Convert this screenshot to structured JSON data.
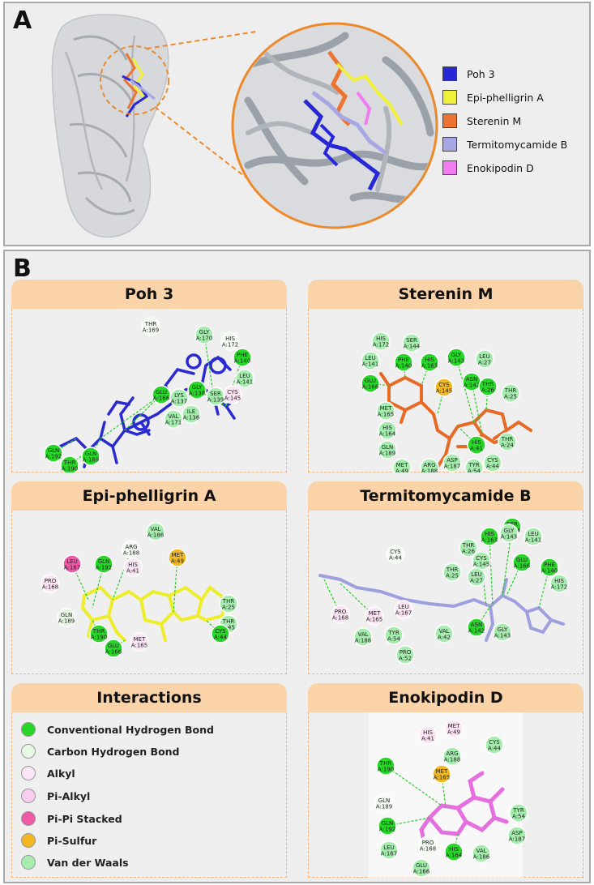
{
  "panel_a": {
    "label": "A",
    "legend": [
      {
        "name": "Poh 3",
        "color": "#2727d6"
      },
      {
        "name": "Epi-phelligrin A",
        "color": "#f0ef3a"
      },
      {
        "name": "Sterenin M",
        "color": "#ec7430"
      },
      {
        "name": "Termitomycamide B",
        "color": "#a7a7e3"
      },
      {
        "name": "Enokipodin D",
        "color": "#f07cf0"
      }
    ]
  },
  "panel_b": {
    "label": "B",
    "cards": {
      "poh3": {
        "title": "Poh 3",
        "ligand_color": "#2a2ad0",
        "residues": [
          {
            "t": "THR\nA:169",
            "type": "vdw_white"
          },
          {
            "t": "GLY\nA:170",
            "type": "vdw"
          },
          {
            "t": "HIS\nA:172",
            "type": "vdw_white"
          },
          {
            "t": "PHE\nA:140",
            "type": "hbond"
          },
          {
            "t": "LEU\nA:141",
            "type": "vdw"
          },
          {
            "t": "GLU\nA:166",
            "type": "hbond"
          },
          {
            "t": "LYS\nA:137",
            "type": "vdw"
          },
          {
            "t": "GLY\nA:138",
            "type": "hbond"
          },
          {
            "t": "SER\nA:139",
            "type": "vdw"
          },
          {
            "t": "CYS\nA:145",
            "type": "alkyl"
          },
          {
            "t": "ILE\nA:136",
            "type": "vdw"
          },
          {
            "t": "VAL\nA:171",
            "type": "vdw"
          },
          {
            "t": "GLN\nA:192",
            "type": "hbond"
          },
          {
            "t": "THR\nA:190",
            "type": "hbond"
          },
          {
            "t": "GLN\nA:189",
            "type": "hbond"
          }
        ]
      },
      "sterenin": {
        "title": "Sterenin M",
        "ligand_color": "#e66a25",
        "residues": [
          {
            "t": "HIS\nA:172",
            "type": "vdw"
          },
          {
            "t": "SER\nA:144",
            "type": "vdw"
          },
          {
            "t": "LEU\nA:141",
            "type": "vdw"
          },
          {
            "t": "PHE\nA:140",
            "type": "hbond"
          },
          {
            "t": "HIS\nA:163",
            "type": "hbond"
          },
          {
            "t": "GLY\nA:143",
            "type": "hbond"
          },
          {
            "t": "LEU\nA:27",
            "type": "vdw"
          },
          {
            "t": "GLU\nA:166",
            "type": "hbond"
          },
          {
            "t": "CYS\nA:145",
            "type": "pisulfur"
          },
          {
            "t": "ASN\nA:142",
            "type": "hbond"
          },
          {
            "t": "THR\nA:26",
            "type": "hbond"
          },
          {
            "t": "THR\nA:25",
            "type": "vdw"
          },
          {
            "t": "MET\nA:165",
            "type": "vdw"
          },
          {
            "t": "HIS\nA:164",
            "type": "vdw"
          },
          {
            "t": "GLN\nA:189",
            "type": "vdw"
          },
          {
            "t": "HIS\nA:41",
            "type": "hbond"
          },
          {
            "t": "THR\nA:24",
            "type": "vdw"
          },
          {
            "t": "MET\nA:49",
            "type": "vdw"
          },
          {
            "t": "ARG\nA:188",
            "type": "vdw"
          },
          {
            "t": "ASP\nA:187",
            "type": "vdw"
          },
          {
            "t": "TYR\nA:54",
            "type": "vdw"
          },
          {
            "t": "CYS\nA:44",
            "type": "vdw"
          }
        ]
      },
      "epi": {
        "title": "Epi-phelligrin A",
        "ligand_color": "#eded2a",
        "residues": [
          {
            "t": "VAL\nA:186",
            "type": "vdw"
          },
          {
            "t": "ARG\nA:188",
            "type": "vdw_white"
          },
          {
            "t": "MET\nA:49",
            "type": "pisulfur"
          },
          {
            "t": "LEU\nA:167",
            "type": "pipi"
          },
          {
            "t": "GLN\nA:192",
            "type": "hbond"
          },
          {
            "t": "HIS\nA:41",
            "type": "alkyl"
          },
          {
            "t": "PRO\nA:168",
            "type": "alkyl"
          },
          {
            "t": "THR\nA:25",
            "type": "vdw"
          },
          {
            "t": "GLN\nA:189",
            "type": "chbond"
          },
          {
            "t": "THR\nA:45",
            "type": "vdw"
          },
          {
            "t": "THR\nA:190",
            "type": "hbond"
          },
          {
            "t": "CYS\nA:44",
            "type": "hbond"
          },
          {
            "t": "MET\nA:165",
            "type": "alkyl"
          },
          {
            "t": "GLU\nA:166",
            "type": "hbond"
          }
        ]
      },
      "termito": {
        "title": "Termitomycamide B",
        "ligand_color": "#9f9fe0",
        "residues": [
          {
            "t": "SER\nA:144",
            "type": "hbond"
          },
          {
            "t": "HIS\nA:163",
            "type": "hbond"
          },
          {
            "t": "THR\nA:26",
            "type": "vdw"
          },
          {
            "t": "GLY\nA:143",
            "type": "vdw"
          },
          {
            "t": "LEU\nA:141",
            "type": "vdw"
          },
          {
            "t": "CYS\nA:44",
            "type": "vdw_white"
          },
          {
            "t": "CYS\nA:145",
            "type": "vdw"
          },
          {
            "t": "GLU\nA:166",
            "type": "hbond"
          },
          {
            "t": "PHE\nA:140",
            "type": "hbond"
          },
          {
            "t": "THR\nA:25",
            "type": "vdw"
          },
          {
            "t": "LEU\nA:27",
            "type": "vdw"
          },
          {
            "t": "HIS\nA:172",
            "type": "vdw"
          },
          {
            "t": "PRO\nA:168",
            "type": "alkyl"
          },
          {
            "t": "MET\nA:165",
            "type": "alkyl"
          },
          {
            "t": "LEU\nA:167",
            "type": "alkyl"
          },
          {
            "t": "VAL\nA:186",
            "type": "vdw"
          },
          {
            "t": "TYR\nA:54",
            "type": "vdw"
          },
          {
            "t": "VAL\nA:42",
            "type": "vdw"
          },
          {
            "t": "ASN\nA:142",
            "type": "hbond"
          },
          {
            "t": "GLY\nA:143",
            "type": "vdw"
          },
          {
            "t": "PRO\nA:52",
            "type": "vdw"
          }
        ]
      },
      "interactions": {
        "title": "Interactions",
        "items": [
          {
            "label": "Conventional Hydrogen Bond",
            "color": "#28d528"
          },
          {
            "label": "Carbon Hydrogen Bond",
            "color": "#e6f7e3"
          },
          {
            "label": "Alkyl",
            "color": "#fbe4f4"
          },
          {
            "label": "Pi-Alkyl",
            "color": "#f9cdee"
          },
          {
            "label": "Pi-Pi Stacked",
            "color": "#ee5aa6"
          },
          {
            "label": "Pi-Sulfur",
            "color": "#f1b823"
          },
          {
            "label": "Van der Waals",
            "color": "#a6ecae"
          }
        ]
      },
      "enoki": {
        "title": "Enokipodin D",
        "ligand_color": "#e66fe0",
        "residues": [
          {
            "t": "MET\nA:49",
            "type": "alkyl"
          },
          {
            "t": "HIS\nA:41",
            "type": "alkyl"
          },
          {
            "t": "CYS\nA:44",
            "type": "vdw"
          },
          {
            "t": "ARG\nA:188",
            "type": "vdw"
          },
          {
            "t": "THR\nA:190",
            "type": "hbond"
          },
          {
            "t": "MET\nA:165",
            "type": "pisulfur"
          },
          {
            "t": "GLN\nA:189",
            "type": "vdw_white"
          },
          {
            "t": "TYR\nA:54",
            "type": "vdw"
          },
          {
            "t": "GLN\nA:192",
            "type": "hbond"
          },
          {
            "t": "ASP\nA:187",
            "type": "vdw"
          },
          {
            "t": "PRO\nA:168",
            "type": "vdw_white"
          },
          {
            "t": "LEU\nA:167",
            "type": "vdw"
          },
          {
            "t": "HIS\nA:164",
            "type": "hbond"
          },
          {
            "t": "VAL\nA:186",
            "type": "vdw"
          },
          {
            "t": "GLU\nA:166",
            "type": "vdw"
          }
        ]
      }
    }
  }
}
